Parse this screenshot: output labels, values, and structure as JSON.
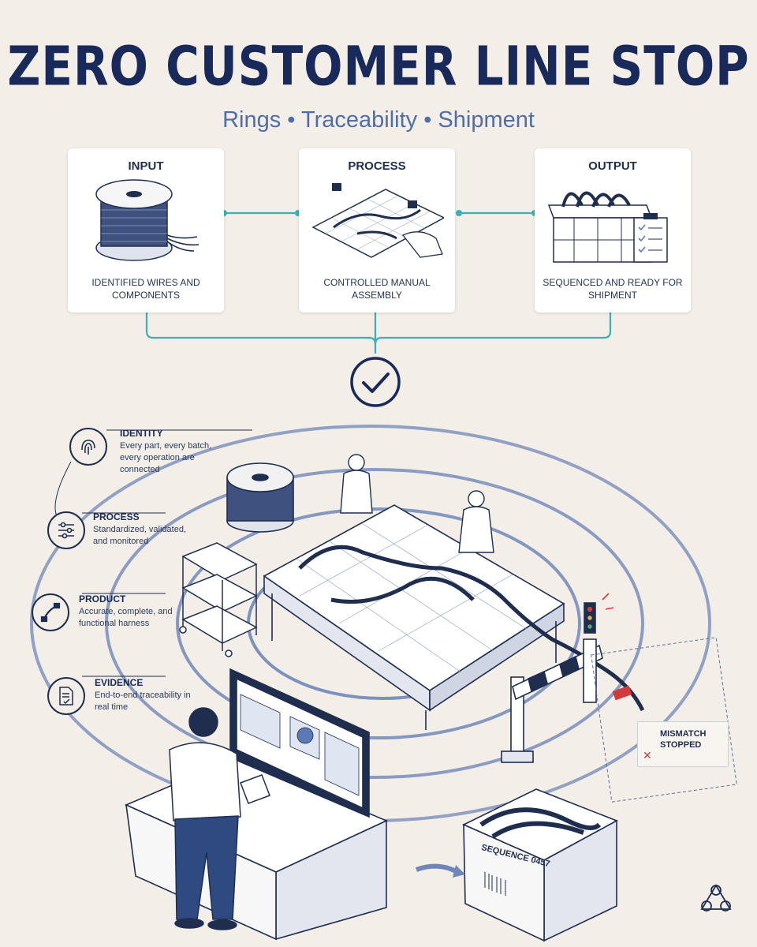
{
  "title": "ZERO CUSTOMER LINE STOP",
  "subtitle": "Rings • Traceability • Shipment",
  "flow": {
    "input": {
      "title": "INPUT",
      "caption": "IDENTIFIED WIRES AND COMPONENTS",
      "icon": "wire-spool-icon"
    },
    "process": {
      "title": "PROCESS",
      "caption": "CONTROLLED MANUAL ASSEMBLY",
      "icon": "assembly-board-icon"
    },
    "output": {
      "title": "OUTPUT",
      "caption": "SEQUENCED AND READY FOR SHIPMENT",
      "icon": "shipment-crate-icon"
    },
    "result_icon": "check-circle-icon"
  },
  "rings": [
    {
      "title": "IDENTITY",
      "text": "Every part, every batch, every operation are connected",
      "icon": "fingerprint-icon"
    },
    {
      "title": "PROCESS",
      "text": "Standardized, validated, and monitored",
      "icon": "sliders-icon"
    },
    {
      "title": "PRODUCT",
      "text": "Accurate, complete, and functional harness",
      "icon": "harness-icon"
    },
    {
      "title": "EVIDENCE",
      "text": "End-to-end traceability in real time",
      "icon": "document-check-icon"
    }
  ],
  "scene": {
    "alert": "MISMATCH STOPPED",
    "crate_label": "SEQUENCE 0457"
  },
  "colors": {
    "navy": "#18295a",
    "accent": "#4f6ea7",
    "connector": "#3ab0b8",
    "alert": "#d33a3a",
    "background": "#f3efe8"
  }
}
